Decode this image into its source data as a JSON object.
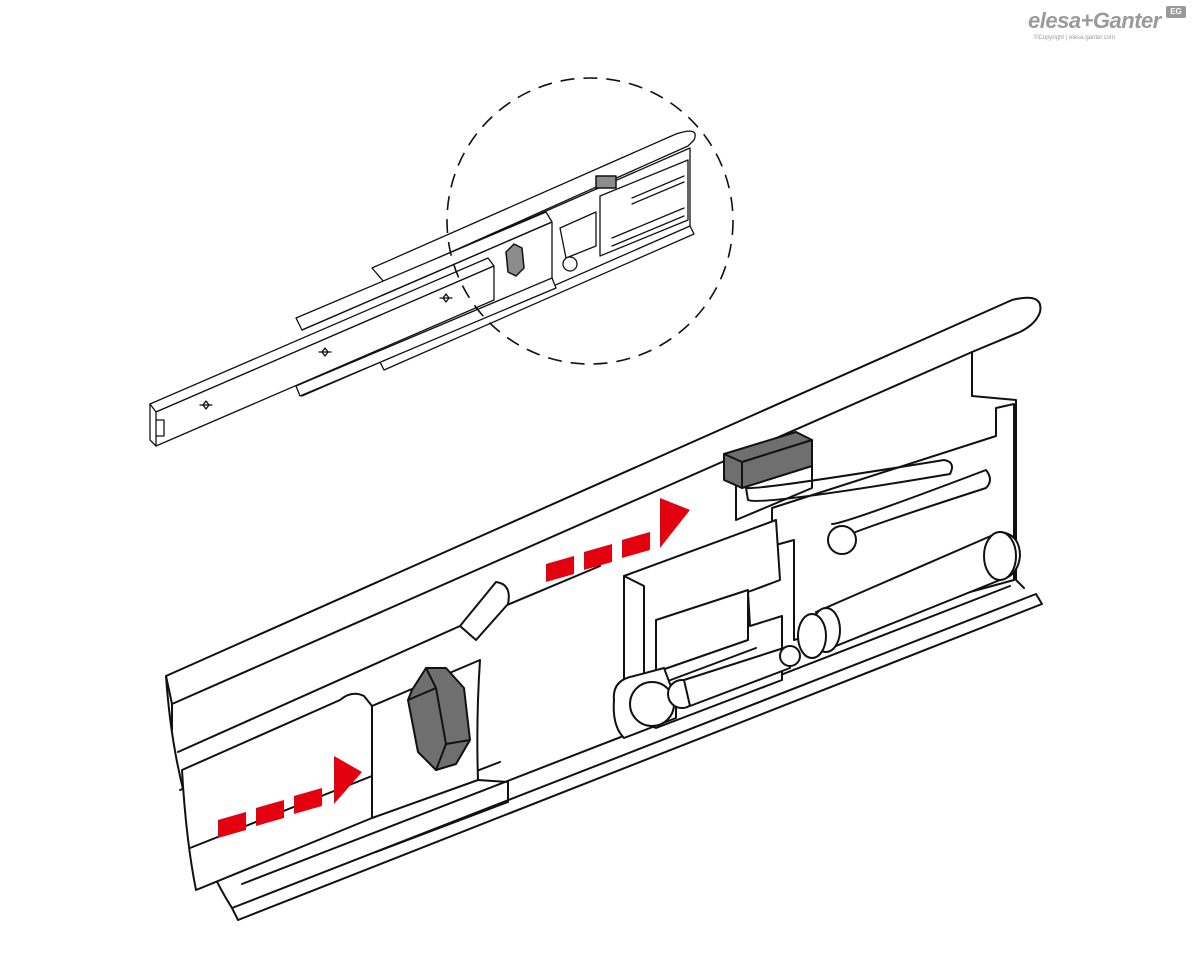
{
  "brand": {
    "wordmark": "elesa+Ganter",
    "badge": "EG",
    "copyright": "©Copyright | elesa-ganter.com",
    "color": "#9a9a9a"
  },
  "illustration": {
    "subject": "telescopic slide with detail callout",
    "colors": {
      "stroke": "#111111",
      "component_fill": "#6f6f6f",
      "arrow": "#e3000f",
      "background": "#ffffff"
    },
    "icons": [
      "red-dashed-arrow",
      "detail-circle",
      "star-hole"
    ]
  }
}
